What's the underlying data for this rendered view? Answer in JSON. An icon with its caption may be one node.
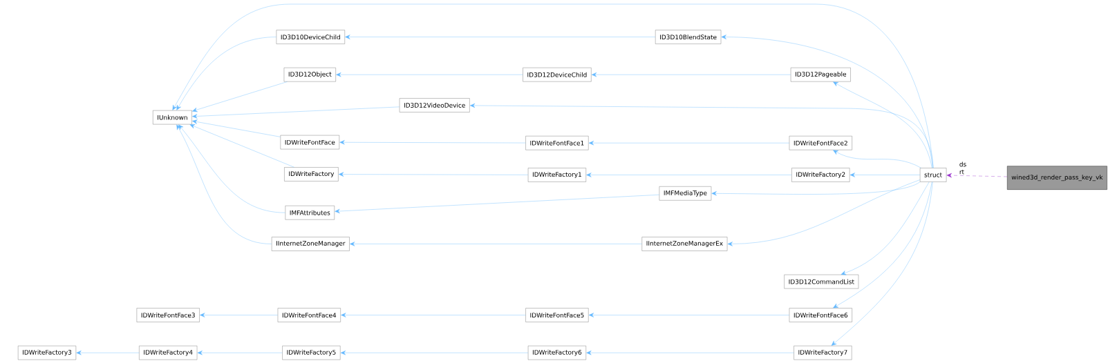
{
  "diagram": {
    "nodes": [
      {
        "text": [
          "IUnknown"
        ]
      },
      {
        "text": [
          "ID3D10DeviceChild"
        ]
      },
      {
        "text": [
          "ID3D12Object"
        ]
      },
      {
        "text": [
          "ID3D12VideoDevice"
        ]
      },
      {
        "text": [
          "IDWriteFontFace"
        ]
      },
      {
        "text": [
          "IDWriteFactory"
        ]
      },
      {
        "text": [
          "IMFAttributes"
        ]
      },
      {
        "text": [
          "IInternetZoneManager"
        ]
      },
      {
        "text": [
          "ID3D10BlendState"
        ]
      },
      {
        "text": [
          "ID3D12DeviceChild"
        ]
      },
      {
        "text": [
          "ID3D12Pageable"
        ]
      },
      {
        "text": [
          "IDWriteFontFace1"
        ]
      },
      {
        "text": [
          "IDWriteFontFace2"
        ]
      },
      {
        "text": [
          "IDWriteFactory1"
        ]
      },
      {
        "text": [
          "IDWriteFactory2"
        ]
      },
      {
        "text": [
          "IMFMediaType"
        ]
      },
      {
        "text": [
          "IInternetZoneManagerEx"
        ]
      },
      {
        "text": [
          "ID3D12CommandList"
        ]
      },
      {
        "text": [
          "IDWriteFontFace3"
        ]
      },
      {
        "text": [
          "IDWriteFontFace4"
        ]
      },
      {
        "text": [
          "IDWriteFontFace5"
        ]
      },
      {
        "text": [
          "IDWriteFontFace6"
        ]
      },
      {
        "text": [
          "IDWriteFactory3"
        ]
      },
      {
        "text": [
          "IDWriteFactory4"
        ]
      },
      {
        "text": [
          "IDWriteFactory5"
        ]
      },
      {
        "text": [
          "IDWriteFactory6"
        ]
      },
      {
        "text": [
          "IDWriteFactory7"
        ]
      },
      {
        "text": [
          "struct"
        ]
      },
      {
        "text": [
          "wined3d_render_pass_key_vk"
        ]
      }
    ],
    "edges": [
      {
        "from": 1,
        "to": 0,
        "arrow": "to"
      },
      {
        "from": 2,
        "to": 0,
        "arrow": "to"
      },
      {
        "from": 3,
        "to": 0,
        "arrow": "to"
      },
      {
        "from": 4,
        "to": 0,
        "arrow": "to"
      },
      {
        "from": 5,
        "to": 0,
        "arrow": "to"
      },
      {
        "from": 6,
        "to": 0,
        "arrow": "to"
      },
      {
        "from": 7,
        "to": 0,
        "arrow": "to"
      },
      {
        "from": 27,
        "to": 0,
        "arrow": "to"
      },
      {
        "from": 8,
        "to": 1,
        "arrow": "to"
      },
      {
        "from": 9,
        "to": 2,
        "arrow": "to"
      },
      {
        "from": 10,
        "to": 9,
        "arrow": "to"
      },
      {
        "from": 11,
        "to": 4,
        "arrow": "to"
      },
      {
        "from": 12,
        "to": 11,
        "arrow": "to"
      },
      {
        "from": 13,
        "to": 5,
        "arrow": "to"
      },
      {
        "from": 14,
        "to": 13,
        "arrow": "to"
      },
      {
        "from": 15,
        "to": 6,
        "arrow": "to"
      },
      {
        "from": 16,
        "to": 7,
        "arrow": "to"
      },
      {
        "from": 19,
        "to": 18,
        "arrow": "to"
      },
      {
        "from": 20,
        "to": 19,
        "arrow": "to"
      },
      {
        "from": 21,
        "to": 20,
        "arrow": "to"
      },
      {
        "from": 23,
        "to": 22,
        "arrow": "to"
      },
      {
        "from": 24,
        "to": 23,
        "arrow": "to"
      },
      {
        "from": 25,
        "to": 24,
        "arrow": "to"
      },
      {
        "from": 26,
        "to": 25,
        "arrow": "to"
      },
      {
        "from": 27,
        "to": 8,
        "arrow": "to"
      },
      {
        "from": 27,
        "to": 10,
        "arrow": "to"
      },
      {
        "from": 27,
        "to": 3,
        "arrow": "to"
      },
      {
        "from": 27,
        "to": 12,
        "arrow": "to"
      },
      {
        "from": 27,
        "to": 14,
        "arrow": "to"
      },
      {
        "from": 27,
        "to": 15,
        "arrow": "to"
      },
      {
        "from": 27,
        "to": 16,
        "arrow": "to"
      },
      {
        "from": 27,
        "to": 17,
        "arrow": "to"
      },
      {
        "from": 27,
        "to": 21,
        "arrow": "to"
      },
      {
        "from": 27,
        "to": 26,
        "arrow": "to"
      },
      {
        "from": 28,
        "to": 27,
        "arrow": "to",
        "label": "ds rt",
        "style": "dashed",
        "color": "#9a32cd"
      }
    ]
  }
}
